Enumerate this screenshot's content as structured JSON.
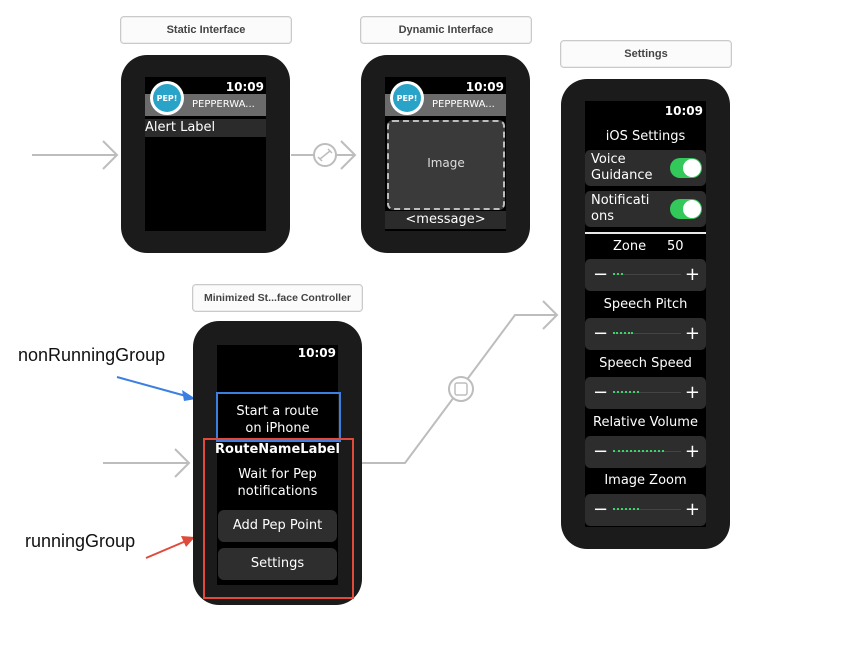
{
  "static_interface": {
    "title": "Static Interface",
    "time": "10:09",
    "logo_text": "PEP!",
    "app_name": "PEPPERWA...",
    "alert_label": "Alert Label"
  },
  "dynamic_interface": {
    "title": "Dynamic Interface",
    "time": "10:09",
    "logo_text": "PEP!",
    "app_name": "PEPPERWA...",
    "image_label": "Image",
    "message": "<message>"
  },
  "minimized_controller": {
    "title": "Minimized St...face Controller",
    "time": "10:09",
    "start_route": "Start a route",
    "start_route_2": "on iPhone",
    "route_name": "RouteNameLabel",
    "wait_text": "Wait for Pep",
    "wait_text_2": "notifications",
    "add_pep_point": "Add Pep Point",
    "settings_button": "Settings"
  },
  "settings": {
    "title": "Settings",
    "time": "10:09",
    "header": "iOS Settings",
    "voice_guidance_1": "Voice",
    "voice_guidance_2": "Guidance",
    "voice_guidance_on": true,
    "notifications_1": "Notificati",
    "notifications_2": "ons",
    "notifications_on": true,
    "zone_label": "Zone",
    "zone_value": "50",
    "zone_level": 0.15,
    "speech_pitch": "Speech Pitch",
    "speech_pitch_level": 0.3,
    "speech_speed": "Speech Speed",
    "speech_speed_level": 0.38,
    "relative_volume": "Relative Volume",
    "relative_volume_level": 0.75,
    "image_zoom": "Image Zoom",
    "image_zoom_level": 0.38,
    "minus": "−",
    "plus": "+"
  },
  "annotations": {
    "non_running": "nonRunningGroup",
    "running": "runningGroup",
    "blue": "#3b7fe0",
    "red": "#e04a3a"
  },
  "colors": {
    "toggle_on": "#32c95a",
    "logo_blue": "#2aa3c8",
    "connector_gray": "#bdbdbd"
  }
}
